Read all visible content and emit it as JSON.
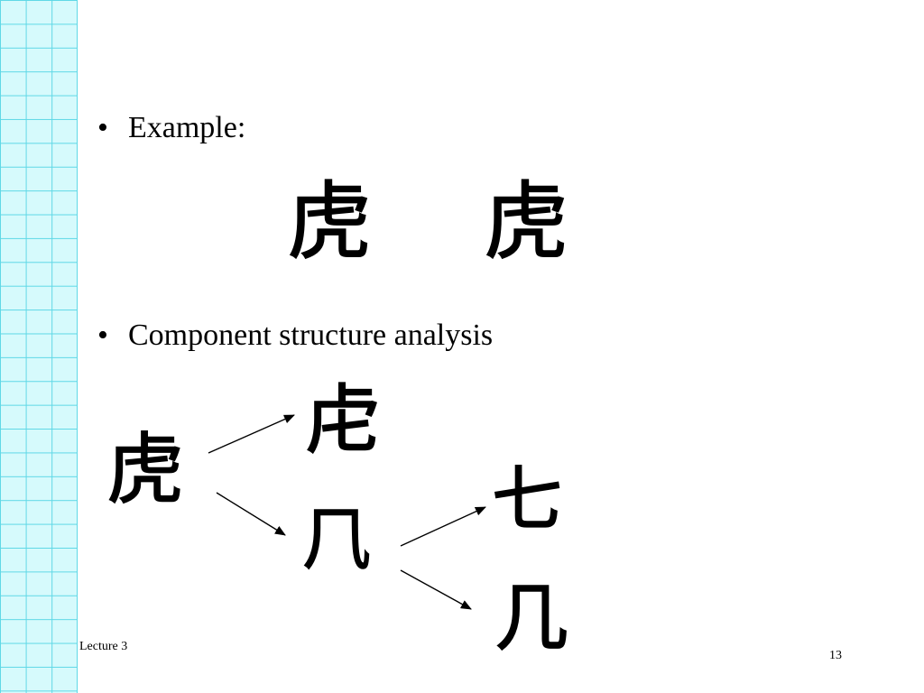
{
  "slide": {
    "bullets": [
      {
        "marker": "•",
        "text": "Example:"
      },
      {
        "marker": "•",
        "text": "Component structure analysis"
      }
    ],
    "example_chars": [
      "虎",
      "虎"
    ],
    "decomposition": {
      "root": "虎",
      "top_component": "虍",
      "middle_component": "⺇",
      "leaf_1": "七",
      "leaf_2": "几"
    },
    "footer": {
      "left": "Lecture 3",
      "page_number": "13"
    }
  },
  "colors": {
    "grid_fill": "#d6fafc",
    "grid_line": "#5fd8e6",
    "text": "#000000"
  }
}
